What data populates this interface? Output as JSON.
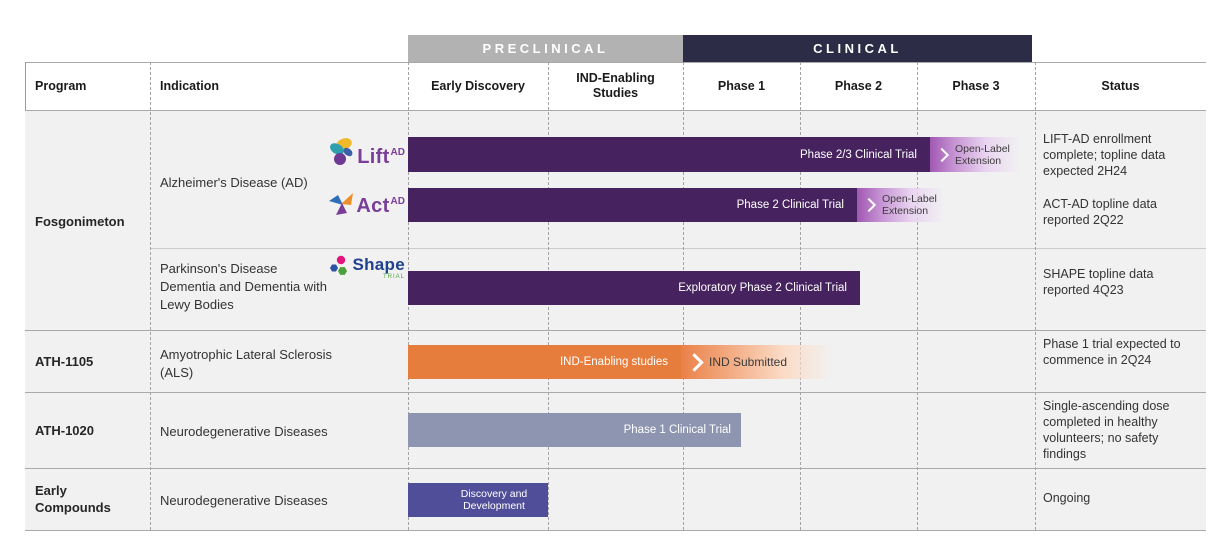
{
  "bands": {
    "preclinical": "PRECLINICAL",
    "clinical": "CLINICAL"
  },
  "columns": {
    "program": "Program",
    "indication": "Indication",
    "early_discovery": "Early Discovery",
    "ind_enabling": "IND-Enabling Studies",
    "phase1": "Phase 1",
    "phase2": "Phase 2",
    "phase3": "Phase 3",
    "status": "Status"
  },
  "colors": {
    "purple_bar": "#46235e",
    "orange_bar": "#e77d3c",
    "slate_bar": "#8d95b0",
    "indigo_bar": "#504e99",
    "preclinical_band": "#b2b2b3",
    "clinical_band": "#2c2c47"
  },
  "fosgonimeton": {
    "program": "Fosgonimeton",
    "alzheimers_indication": "Alzheimer's Disease (AD)",
    "lift": {
      "logo_text": "Lift",
      "logo_sup": "AD",
      "bar_label": "Phase 2/3 Clinical Trial",
      "extension_label": "Open-Label Extension",
      "status": "LIFT-AD enrollment complete; topline data expected 2H24"
    },
    "act": {
      "logo_text": "Act",
      "logo_sup": "AD",
      "bar_label": "Phase 2 Clinical Trial",
      "extension_label": "Open-Label Extension",
      "status": "ACT-AD topline data reported 2Q22"
    },
    "shape": {
      "indication": "Parkinson's Disease Dementia and Dementia with Lewy Bodies",
      "logo_text": "Shape",
      "logo_sub": "TRIAL",
      "bar_label": "Exploratory Phase 2 Clinical Trial",
      "status": "SHAPE topline data reported 4Q23"
    }
  },
  "ath1105": {
    "program": "ATH-1105",
    "indication": "Amyotrophic Lateral Sclerosis (ALS)",
    "bar_label": "IND-Enabling studies",
    "extension_label": "IND Submitted",
    "status": "Phase 1 trial expected to commence in 2Q24"
  },
  "ath1020": {
    "program": "ATH-1020",
    "indication": "Neurodegenerative Diseases",
    "bar_label": "Phase 1 Clinical Trial",
    "status": "Single-ascending dose completed in healthy volunteers; no safety findings"
  },
  "early_compounds": {
    "program": "Early Compounds",
    "indication": "Neurodegenerative Diseases",
    "bar_label": "Discovery and Development",
    "status": "Ongoing"
  }
}
